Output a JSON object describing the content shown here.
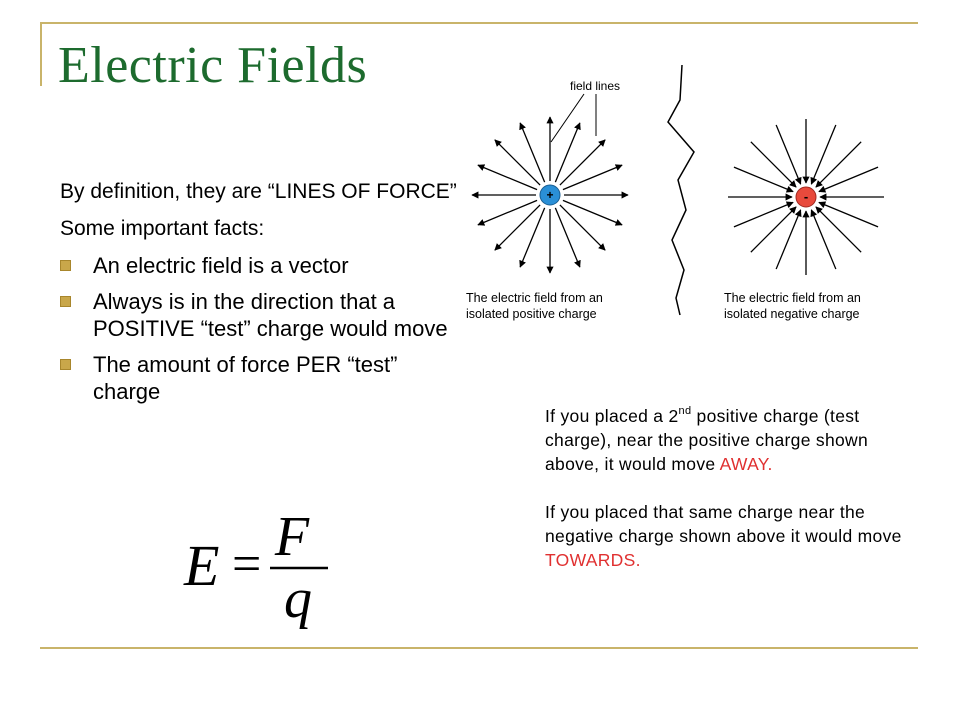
{
  "slide": {
    "title": "Electric Fields",
    "definition": "By definition, they are “LINES OF FORCE”",
    "facts_heading": "Some important facts:",
    "bullets": [
      "An electric field is a vector",
      "Always is in the direction that a POSITIVE “test” charge would move",
      "The amount of force PER “test” charge"
    ]
  },
  "diagram": {
    "field_lines_label": "field lines",
    "positive_charge_symbol": "+",
    "negative_charge_symbol": "-",
    "positive_caption_1": "The electric field from an",
    "positive_caption_2": "isolated positive charge",
    "negative_caption_1": "The electric field from an",
    "negative_caption_2": "isolated negative charge"
  },
  "note": {
    "p1_a": "If you placed a 2",
    "p1_sup": "nd",
    "p1_b": " positive charge (test charge), near the positive charge shown above, it would move ",
    "p1_red": "AWAY.",
    "p2_a": "If you placed that same charge near the negative charge shown above it would move ",
    "p2_red": "TOWARDS."
  },
  "formula": {
    "lhs": "E",
    "equals": "=",
    "numerator": "F",
    "denominator": "q"
  },
  "colors": {
    "title": "#1d6b2e",
    "accent_rule": "#c9b46a",
    "bullet": "#c9a74a",
    "emphasis": "#e03030",
    "positive_charge": "#2a8fd6",
    "negative_charge": "#e84a3c"
  }
}
